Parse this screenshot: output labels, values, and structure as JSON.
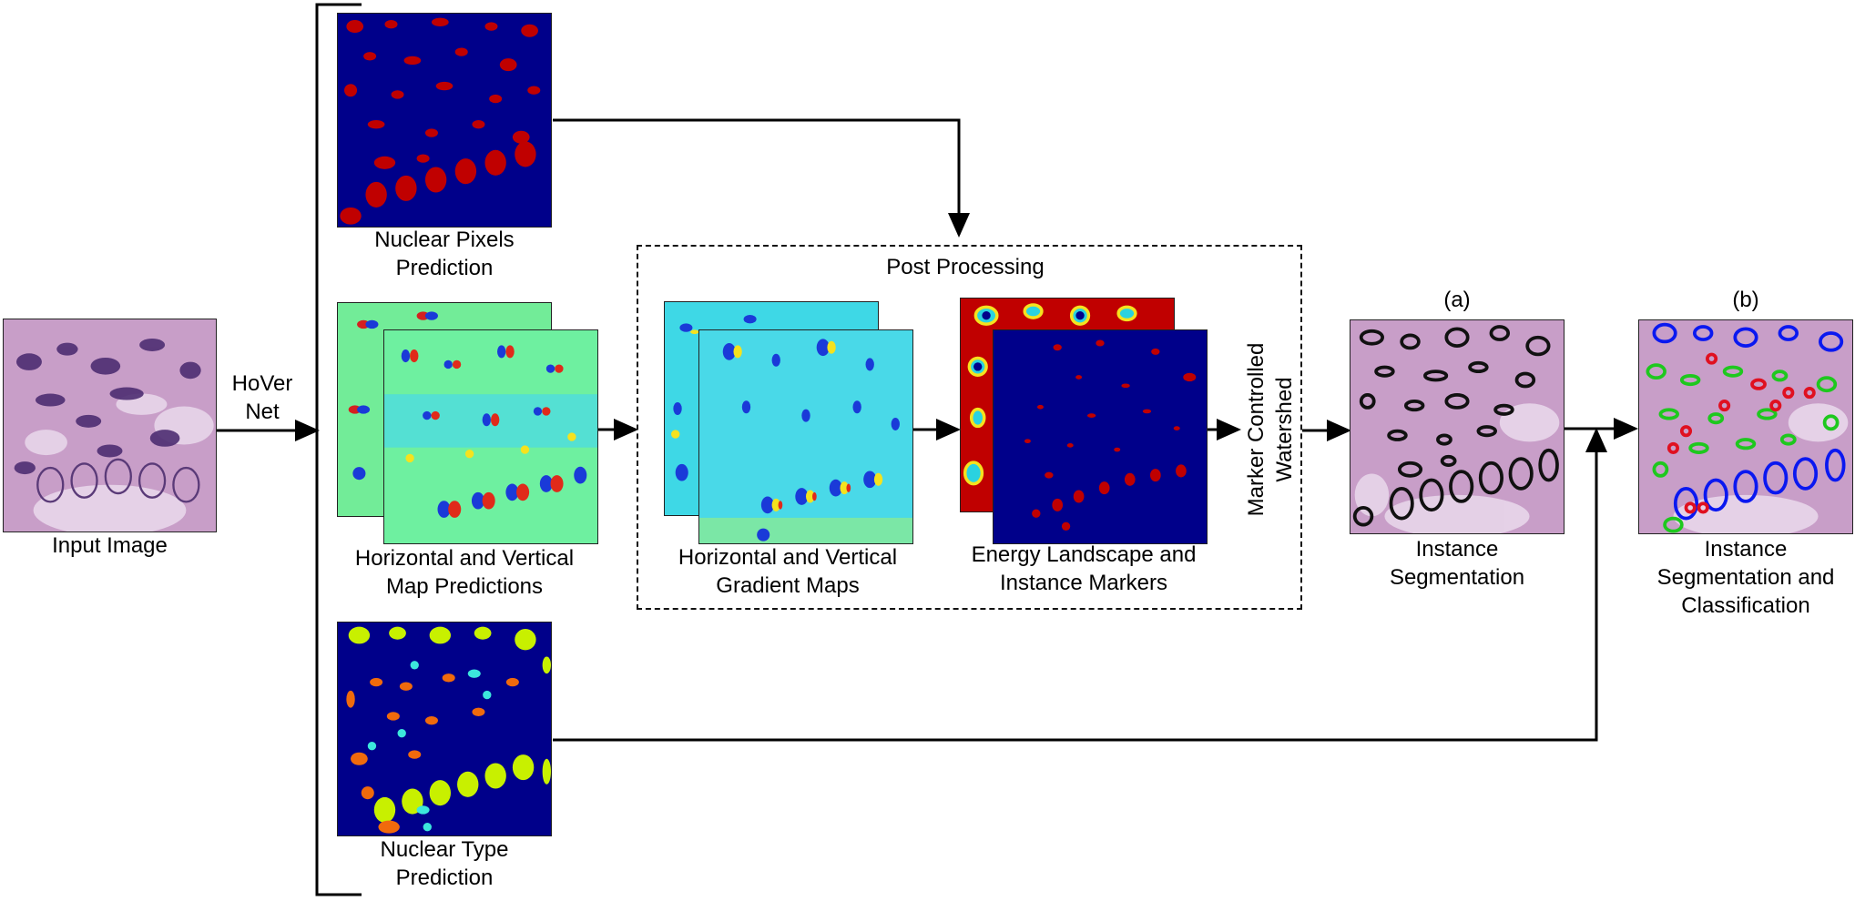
{
  "labels": {
    "input_image": "Input Image",
    "hover_net_1": "HoVer",
    "hover_net_2": "Net",
    "np_1": "Nuclear Pixels",
    "np_2": "Prediction",
    "hv_1": "Horizontal and Vertical",
    "hv_2": "Map Predictions",
    "nt_1": "Nuclear Type",
    "nt_2": "Prediction",
    "post_processing": "Post Processing",
    "grad_1": "Horizontal and Vertical",
    "grad_2": "Gradient Maps",
    "energy_1": "Energy Landscape and",
    "energy_2": "Instance Markers",
    "watershed_1": "Marker Controlled",
    "watershed_2": "Watershed",
    "tag_a": "(a)",
    "tag_b": "(b)",
    "seg_1": "Instance",
    "seg_2": "Segmentation",
    "cls_1": "Instance",
    "cls_2": "Segmentation and",
    "cls_3": "Classification"
  },
  "colors": {
    "navy": "#00008a",
    "red": "#c00000",
    "yellow_green": "#c8f000",
    "orange": "#f06a0c",
    "cyan": "#3ce6dc",
    "map_green": "#6ef0a0",
    "map_cyan": "#49d9e8",
    "tissue": "#c89ec8",
    "tissue_dark": "#4e2e72",
    "outline_black": "#111111",
    "outline_blue": "#0a18f0",
    "outline_green": "#1ec81e",
    "outline_red": "#e01020"
  }
}
